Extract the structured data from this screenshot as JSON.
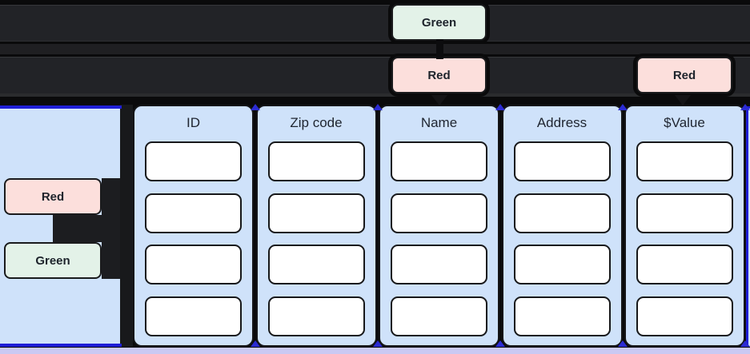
{
  "canvas": {
    "chips": {
      "top_green": "Green",
      "top_red": "Red",
      "right_red": "Red",
      "left_red": "Red",
      "left_green": "Green"
    },
    "table": {
      "rows_per_column": 4,
      "columns": [
        {
          "label": "ID",
          "cells": [
            "",
            "",
            "",
            ""
          ]
        },
        {
          "label": "Zip code",
          "cells": [
            "",
            "",
            "",
            ""
          ]
        },
        {
          "label": "Name",
          "cells": [
            "",
            "",
            "",
            ""
          ]
        },
        {
          "label": "Address",
          "cells": [
            "",
            "",
            "",
            ""
          ]
        },
        {
          "label": "$Value",
          "cells": [
            "",
            "",
            "",
            ""
          ]
        }
      ]
    },
    "colors": {
      "background": "#0a0a0b",
      "lane": "#222327",
      "node_fill": "#cfe2fa",
      "node_border": "#141517",
      "cell_fill": "#ffffff",
      "chip_green": "#e3f2e8",
      "chip_red": "#fcdfdc",
      "chip_text": "#1d232b",
      "panel_border_blue": "#1e1ed6",
      "endpoint_blue": "#2b2bd2",
      "footer_lavender": "#cac9f3"
    }
  }
}
